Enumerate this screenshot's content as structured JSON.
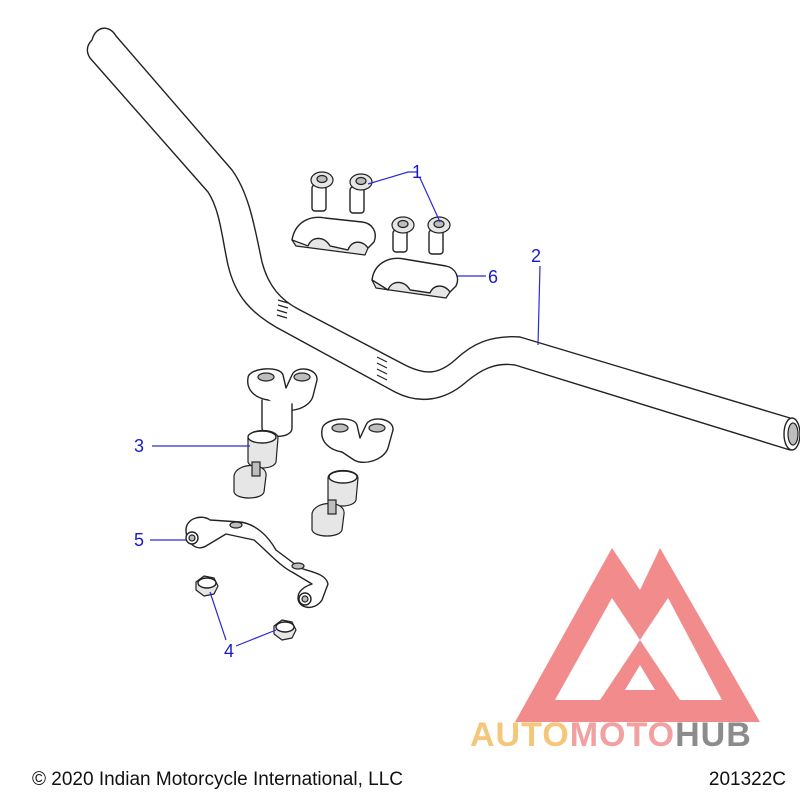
{
  "callouts": [
    {
      "label": "1"
    },
    {
      "label": "2"
    },
    {
      "label": "3"
    },
    {
      "label": "4"
    },
    {
      "label": "5"
    },
    {
      "label": "6"
    }
  ],
  "footer": {
    "copyright": "© 2020 Indian Motorcycle International, LLC",
    "diagram_code": "201322C"
  },
  "watermark": {
    "part1": "AUTO",
    "part2": "MOTO",
    "part3": "HUB",
    "colors": {
      "auto": "#f6c77a",
      "moto": "#f2a0a0",
      "hub": "#8c8c8c",
      "logo": "#f07878"
    }
  },
  "colors": {
    "callout": "#1a1acc",
    "line_art": "#222222"
  }
}
